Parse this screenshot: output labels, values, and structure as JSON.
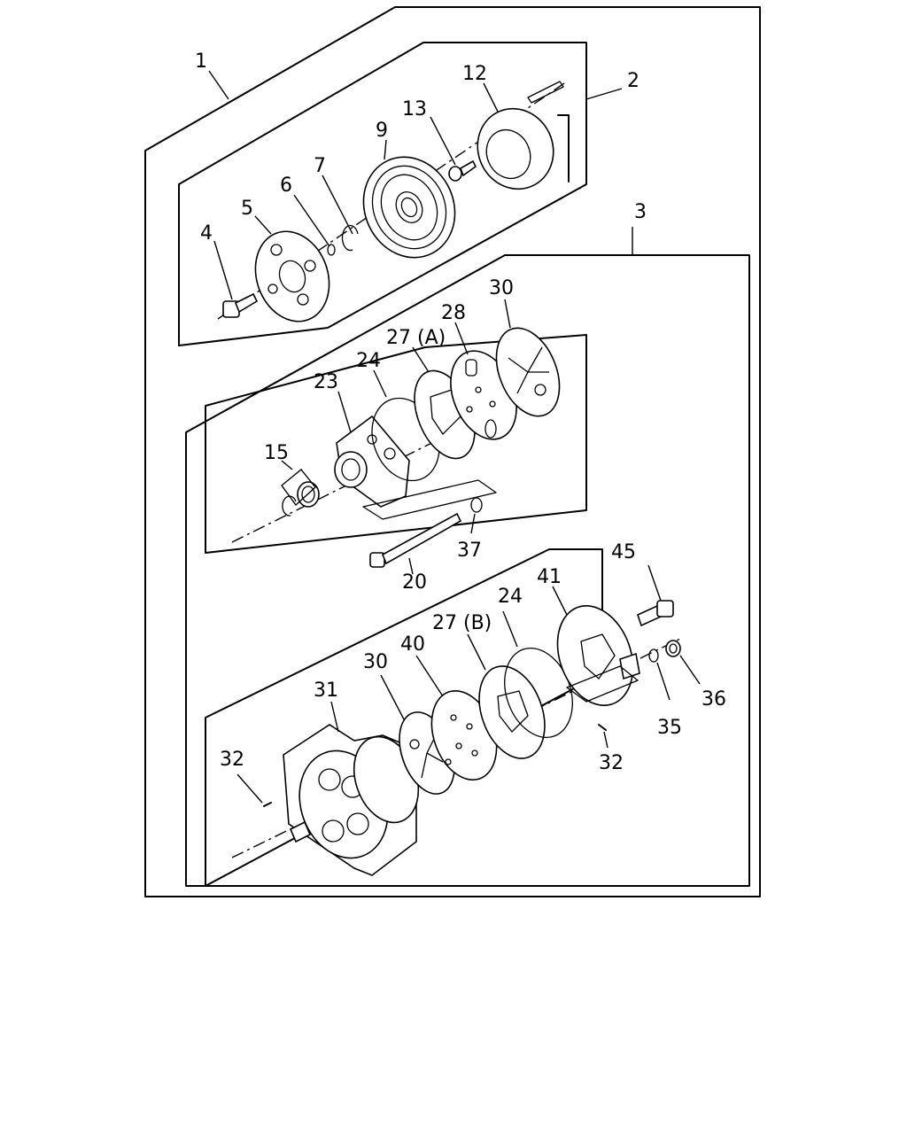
{
  "callouts": [
    {
      "id": "1",
      "text": "1"
    },
    {
      "id": "2",
      "text": "2"
    },
    {
      "id": "3",
      "text": "3"
    },
    {
      "id": "4",
      "text": "4"
    },
    {
      "id": "5",
      "text": "5"
    },
    {
      "id": "6",
      "text": "6"
    },
    {
      "id": "7",
      "text": "7"
    },
    {
      "id": "9",
      "text": "9"
    },
    {
      "id": "12",
      "text": "12"
    },
    {
      "id": "13",
      "text": "13"
    },
    {
      "id": "15",
      "text": "15"
    },
    {
      "id": "20",
      "text": "20"
    },
    {
      "id": "23",
      "text": "23"
    },
    {
      "id": "24a",
      "text": "24"
    },
    {
      "id": "24b",
      "text": "24"
    },
    {
      "id": "27a",
      "text": "27 (A)"
    },
    {
      "id": "27b",
      "text": "27 (B)"
    },
    {
      "id": "28",
      "text": "28"
    },
    {
      "id": "30a",
      "text": "30"
    },
    {
      "id": "30b",
      "text": "30"
    },
    {
      "id": "31",
      "text": "31"
    },
    {
      "id": "32a",
      "text": "32"
    },
    {
      "id": "32b",
      "text": "32"
    },
    {
      "id": "35",
      "text": "35"
    },
    {
      "id": "36",
      "text": "36"
    },
    {
      "id": "37",
      "text": "37"
    },
    {
      "id": "40",
      "text": "40"
    },
    {
      "id": "41",
      "text": "41"
    },
    {
      "id": "45",
      "text": "45"
    }
  ]
}
